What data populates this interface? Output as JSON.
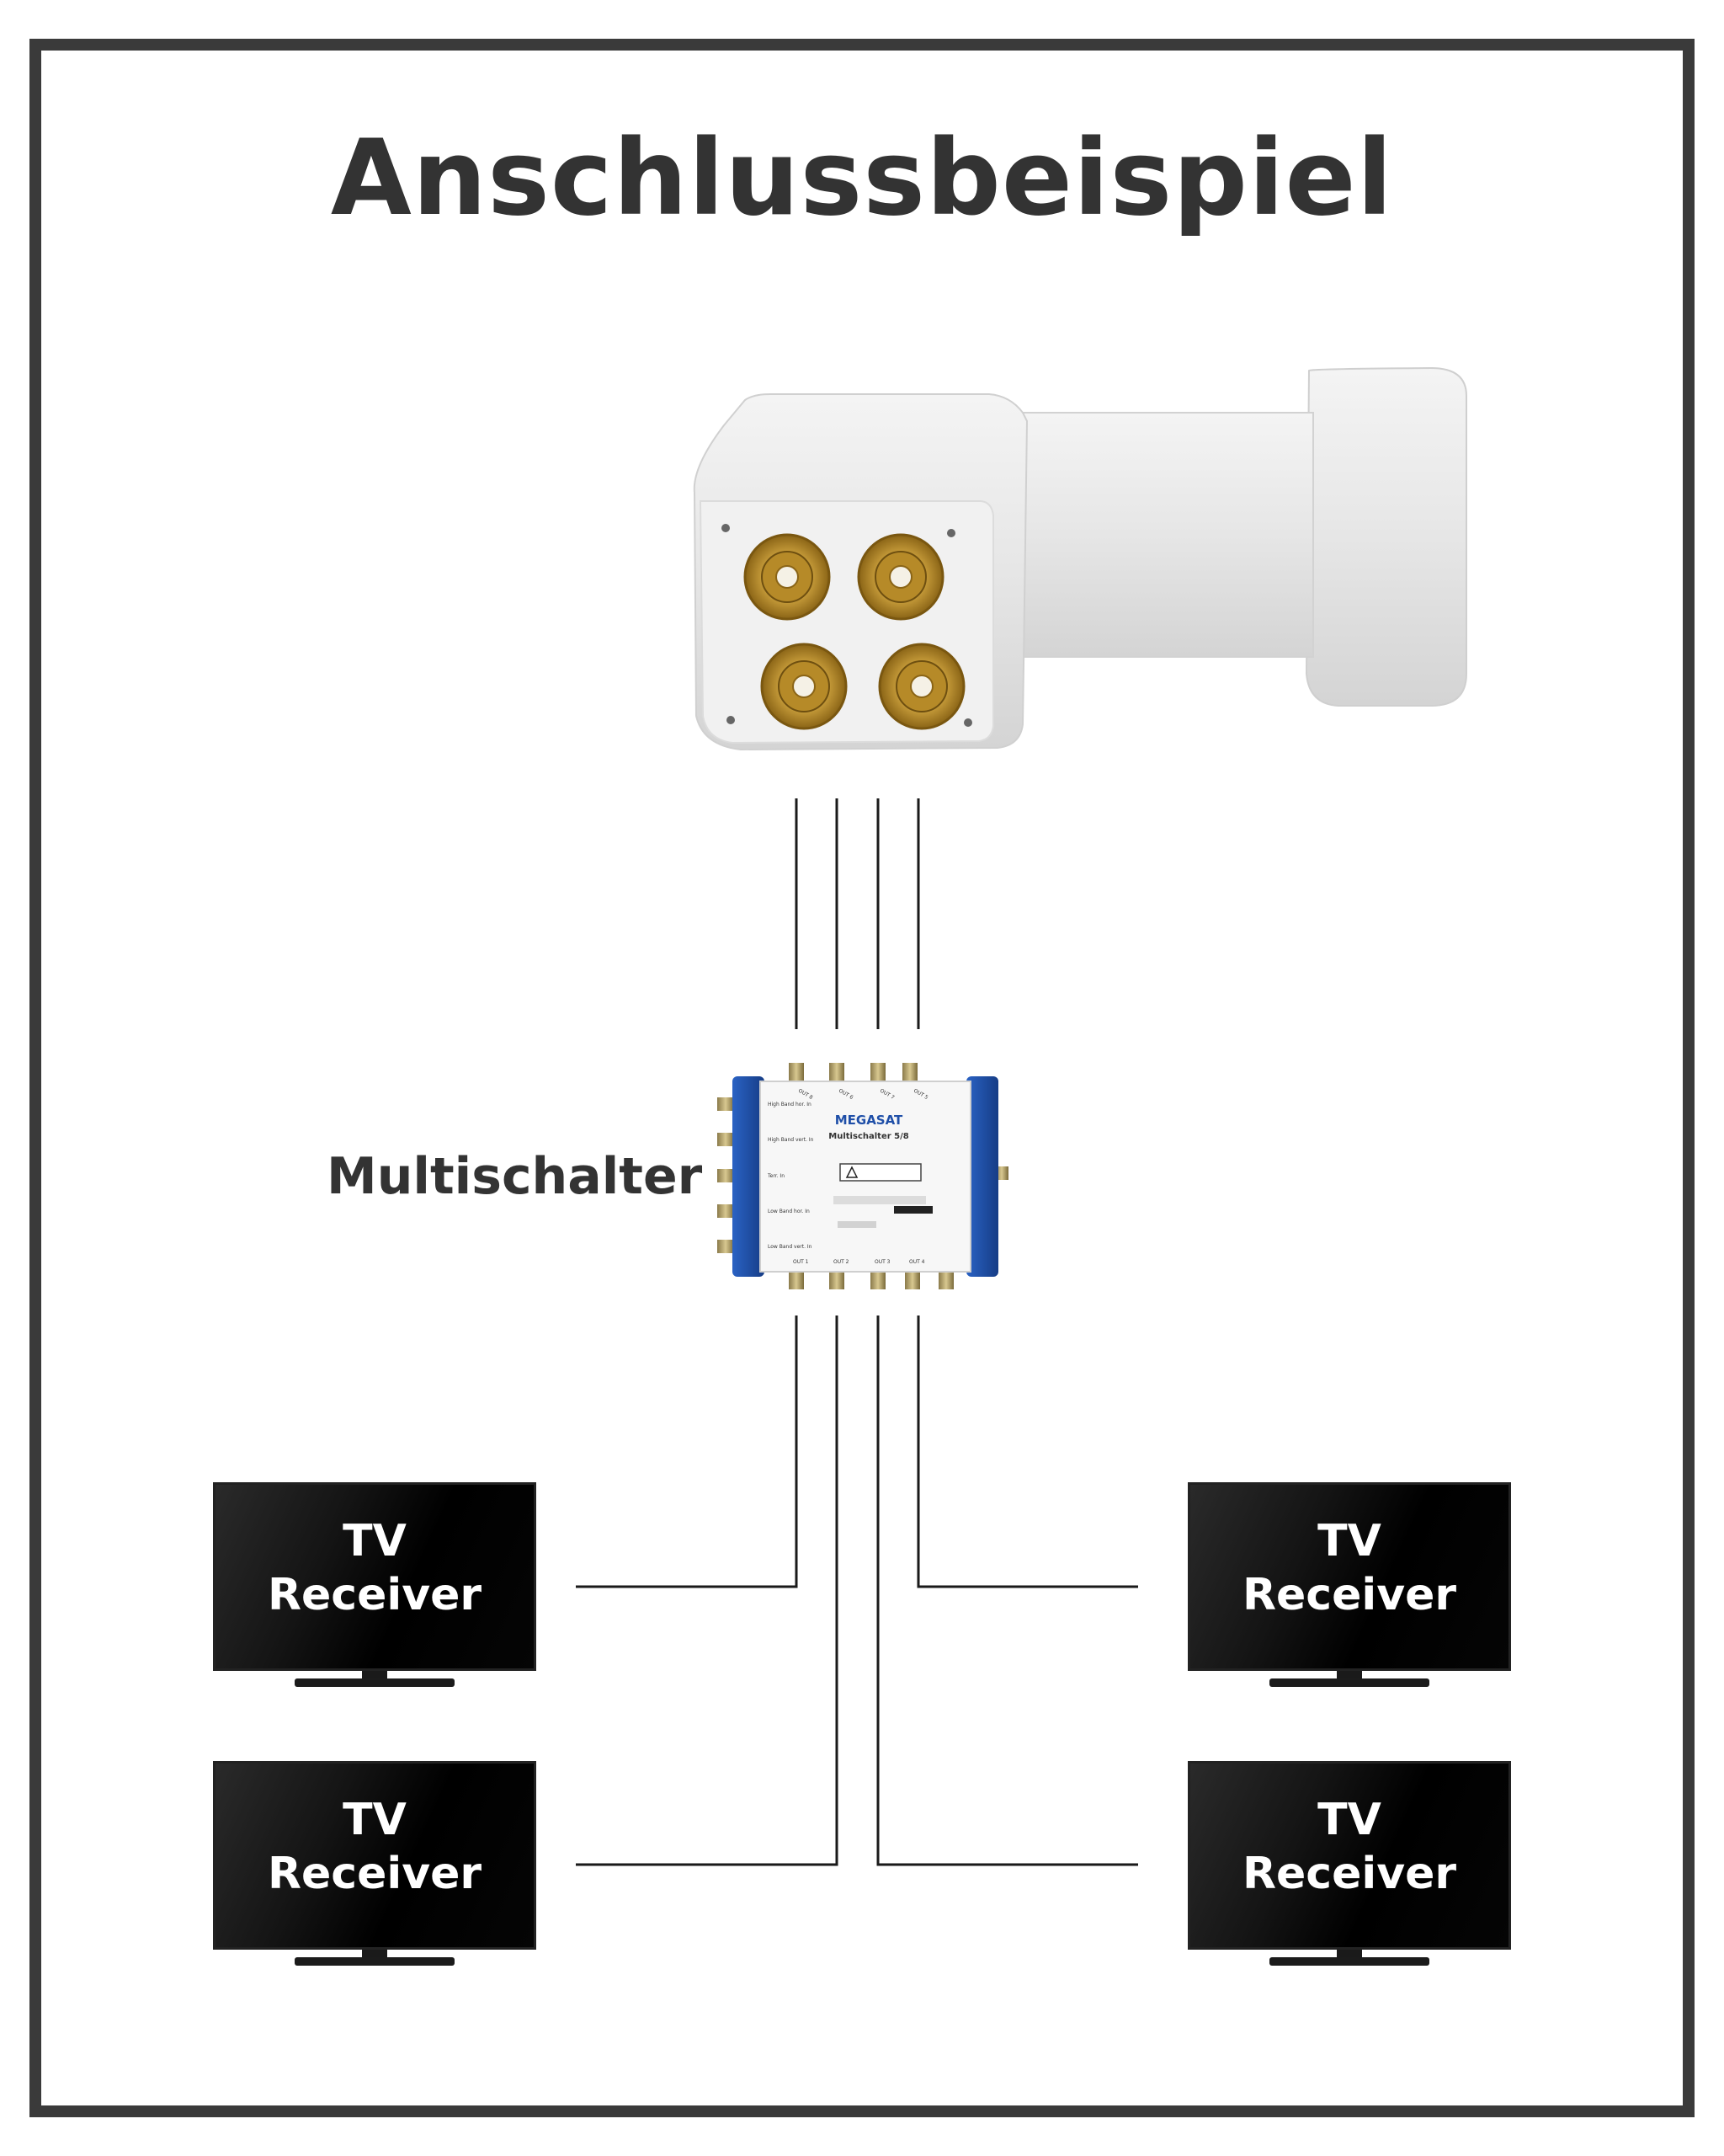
{
  "title": "Anschlussbeispiel",
  "switch_label": "Multischalter",
  "switch_device": {
    "brand": "MEGASAT",
    "model": "Multischalter 5/8",
    "input_labels": [
      "High Band hor. In",
      "High Band vert. In",
      "Terr. In",
      "Low Band hor. In",
      "Low Band vert. In"
    ],
    "top_outputs": [
      "OUT 8",
      "OUT 6",
      "OUT 7",
      "OUT 5"
    ],
    "bottom_outputs": [
      "OUT 1",
      "OUT 2",
      "OUT 3",
      "OUT 4"
    ]
  },
  "receivers": [
    {
      "line1": "TV",
      "line2": "Receiver"
    },
    {
      "line1": "TV",
      "line2": "Receiver"
    },
    {
      "line1": "TV",
      "line2": "Receiver"
    },
    {
      "line1": "TV",
      "line2": "Receiver"
    }
  ],
  "colors": {
    "frame": "#3a3a3a",
    "text": "#333333",
    "lnb_body": "#e9e9e9",
    "connector_gold": "#c89a2c",
    "switch_blue": "#1f4fa8",
    "cable": "#1a1a1a"
  }
}
